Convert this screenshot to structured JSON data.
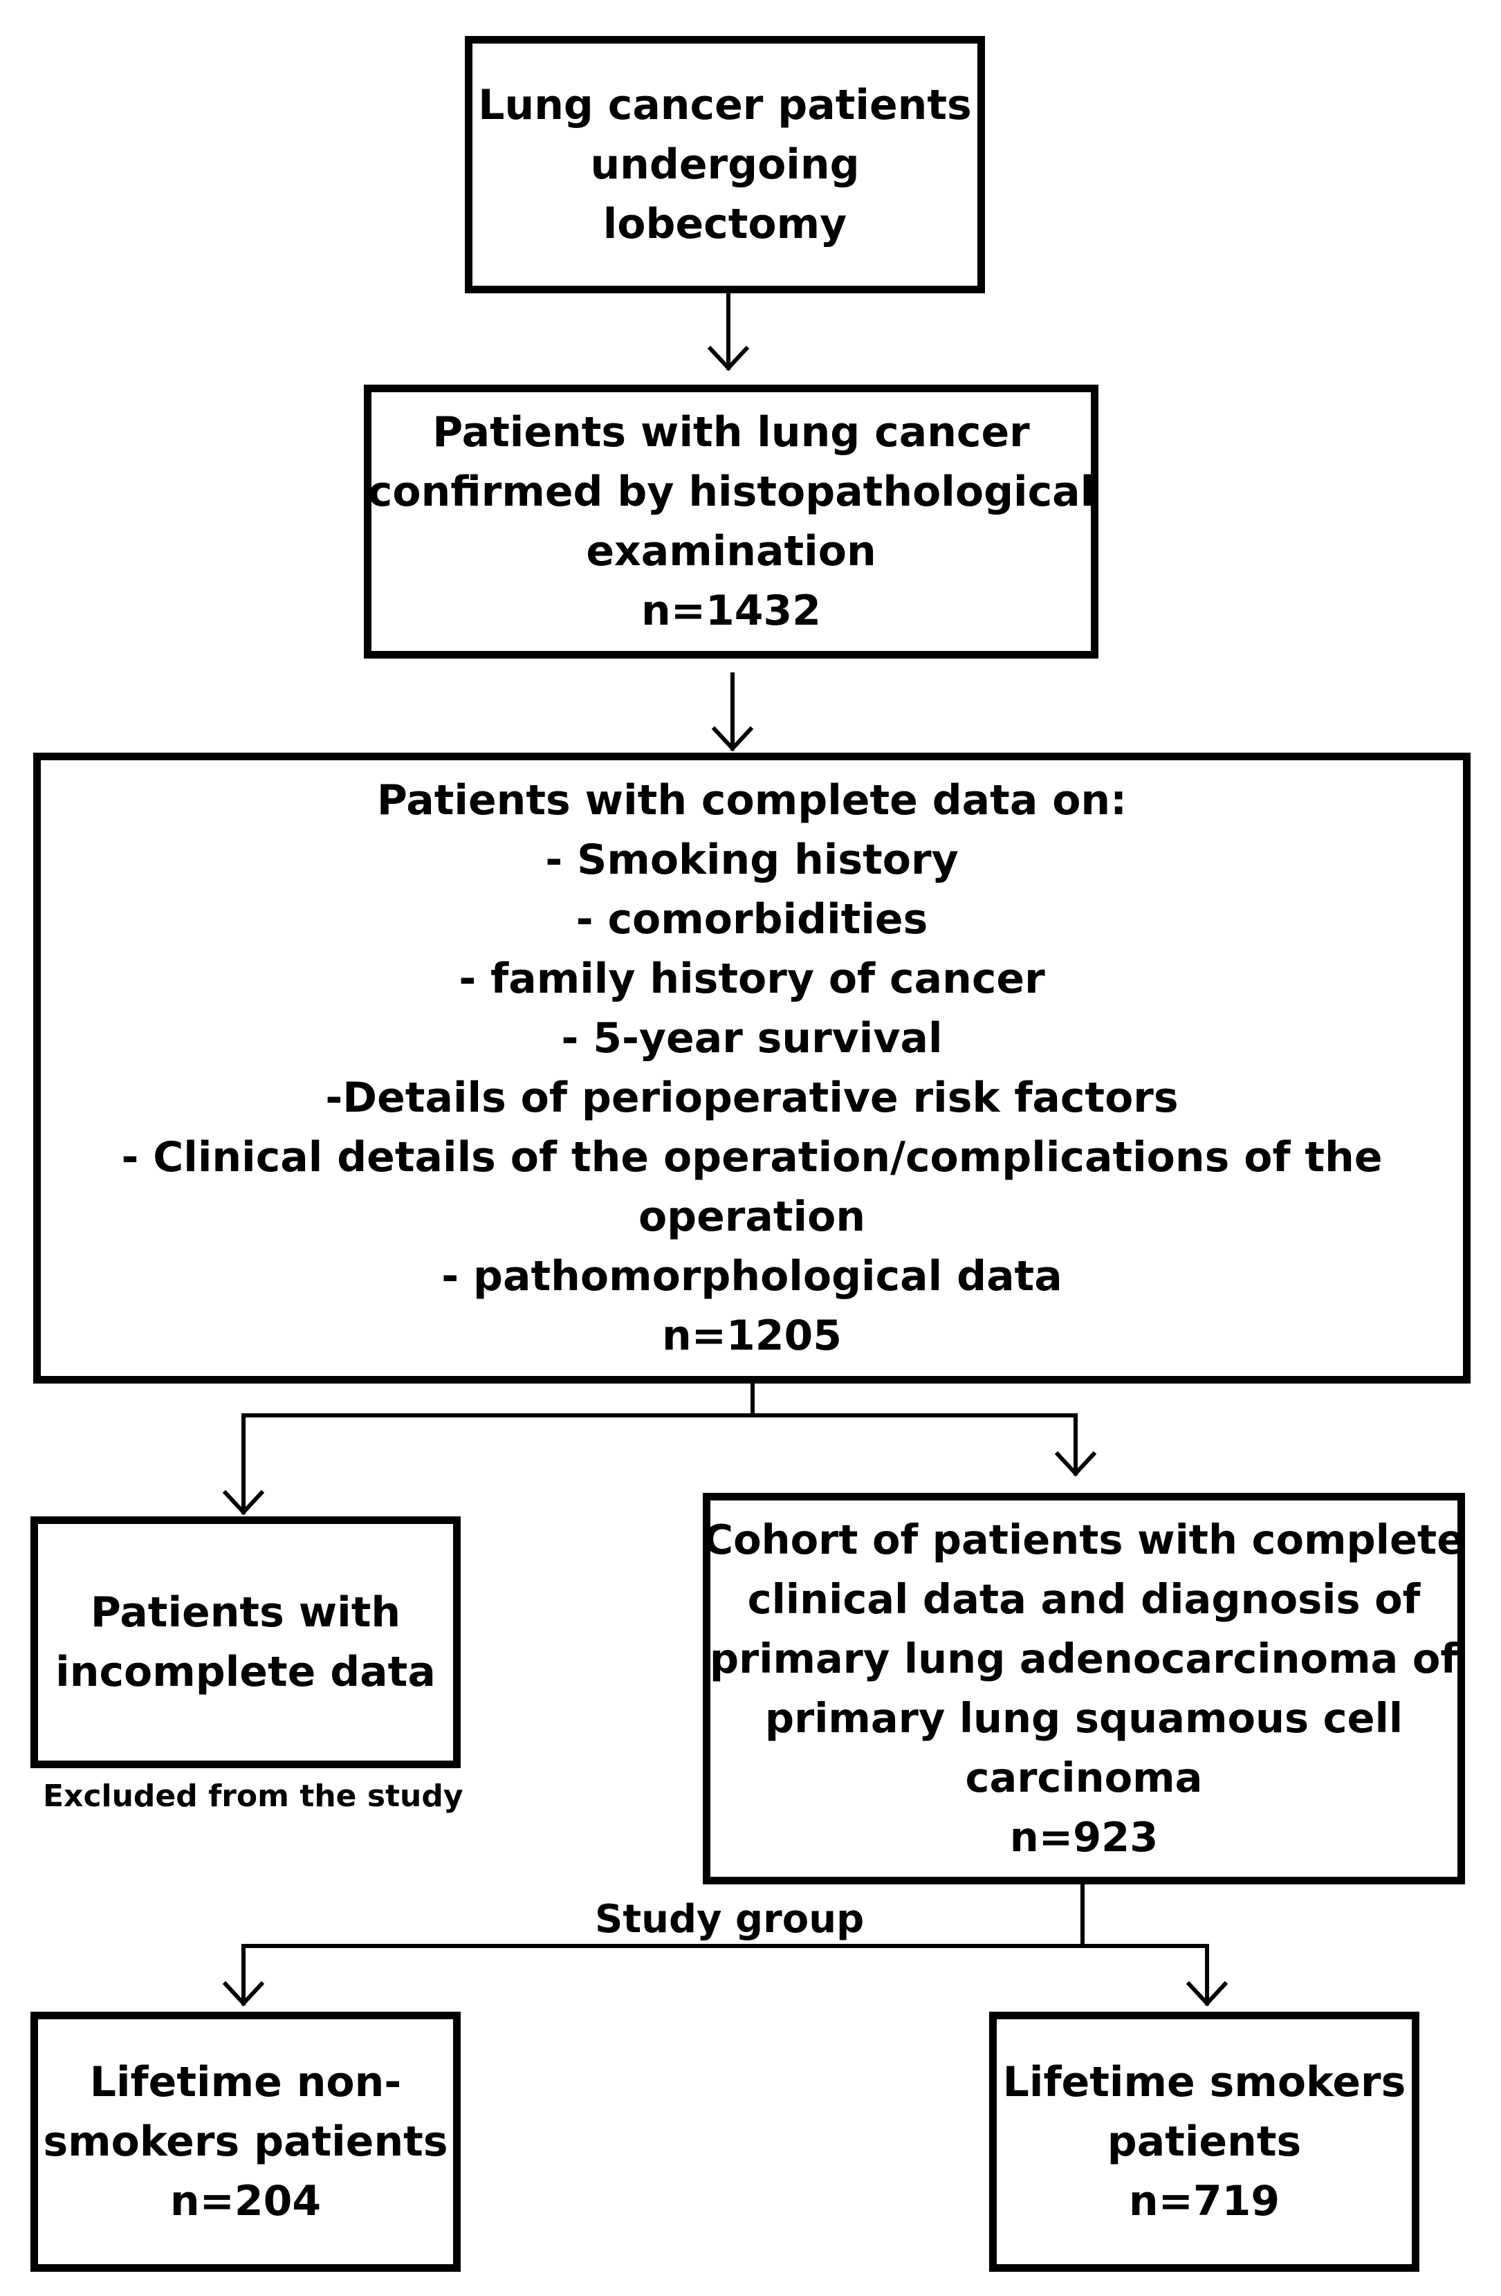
{
  "boxes": {
    "start": [
      "Lung cancer patients",
      "undergoing",
      "lobectomy"
    ],
    "confirmed": [
      "Patients with lung cancer",
      "confirmed by histopathological",
      "examination",
      "n=1432"
    ],
    "complete": [
      "Patients with complete data on:",
      "- Smoking history",
      "- comorbidities",
      "- family history of cancer",
      "- 5-year survival",
      "-Details of perioperative risk factors",
      "- Clinical details of the operation/complications of the",
      "operation",
      "- pathomorphological data",
      "n=1205"
    ],
    "incomplete": [
      "Patients with",
      "incomplete data"
    ],
    "cohort": [
      "Cohort of patients with complete",
      "clinical data and diagnosis of",
      "primary  lung adenocarcinoma of",
      "primary lung  squamous cell",
      "carcinoma",
      "n=923"
    ],
    "nonsmokers": [
      "Lifetime non-",
      "smokers patients",
      "n=204"
    ],
    "smokers": [
      "Lifetime smokers",
      "patients",
      "n=719"
    ]
  },
  "notes": {
    "excluded": "Excluded from the study",
    "study_group": "Study group"
  }
}
